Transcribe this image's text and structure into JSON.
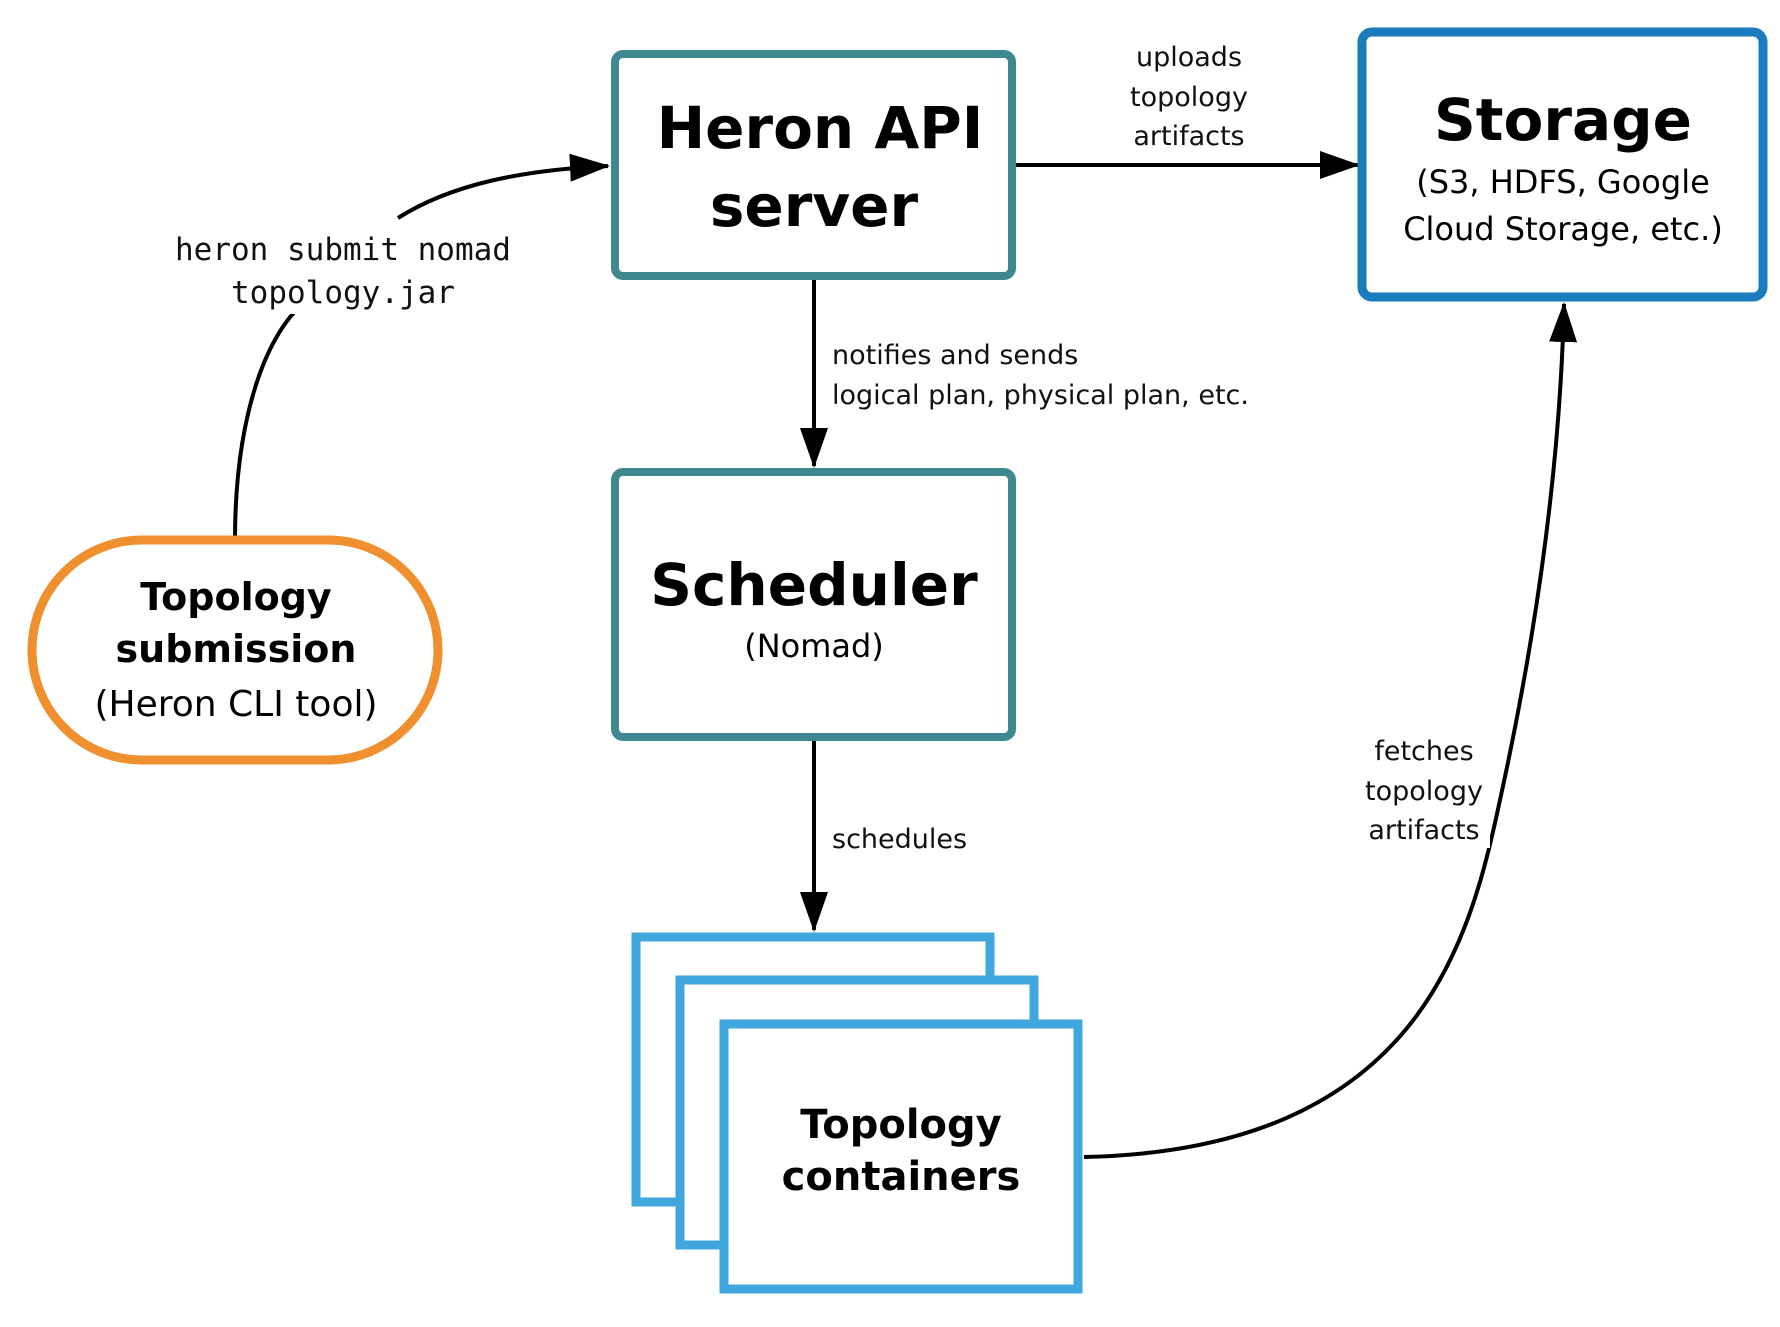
{
  "colors": {
    "teal": "#3f888f",
    "storage_blue": "#1a7bbd",
    "container_blue": "#3fa7dd",
    "orange": "#ef8f2e",
    "arrow": "#000000"
  },
  "nodes": {
    "api_server": {
      "title_line1": "Heron API",
      "title_line2": "server"
    },
    "storage": {
      "title": "Storage",
      "subtitle_line1": "(S3, HDFS, Google",
      "subtitle_line2": "Cloud Storage, etc.)"
    },
    "scheduler": {
      "title": "Scheduler",
      "subtitle": "(Nomad)"
    },
    "topology_submission": {
      "title_line1": "Topology",
      "title_line2": "submission",
      "subtitle": "(Heron CLI tool)"
    },
    "topology_containers": {
      "title_line1": "Topology",
      "title_line2": "containers"
    }
  },
  "edges": {
    "submit_command": {
      "line1": "heron submit nomad",
      "line2": "topology.jar"
    },
    "uploads": {
      "line1": "uploads",
      "line2": "topology",
      "line3": "artifacts"
    },
    "notifies": {
      "line1": "notifies and sends",
      "line2": "logical plan, physical plan, etc."
    },
    "schedules": {
      "line1": "schedules"
    },
    "fetches": {
      "line1": "fetches",
      "line2": "topology",
      "line3": "artifacts"
    }
  }
}
